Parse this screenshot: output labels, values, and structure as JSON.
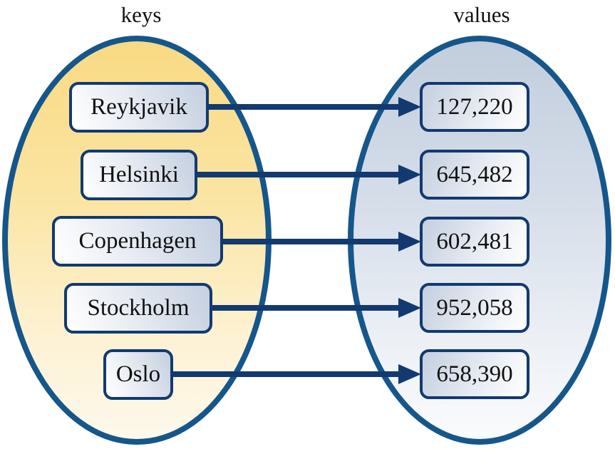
{
  "diagram": {
    "keys_label": "keys",
    "values_label": "values",
    "entries": [
      {
        "key": "Reykjavik",
        "value": "127,220"
      },
      {
        "key": "Helsinki",
        "value": "645,482"
      },
      {
        "key": "Copenhagen",
        "value": "602,481"
      },
      {
        "key": "Stockholm",
        "value": "952,058"
      },
      {
        "key": "Oslo",
        "value": "658,390"
      }
    ],
    "colors": {
      "ellipse_outline_blue": "#15568b",
      "box_border_navy": "#123a70",
      "arrow_navy": "#123a70",
      "keys_fill_top": "#f9da83",
      "keys_fill_bottom": "#fdf8ec",
      "values_fill_top": "#c2cedd",
      "values_fill_bottom": "#fafbfd",
      "box_fill_dark": "#c4cfe0",
      "box_fill_light": "#ffffff",
      "text_color": "#111111"
    }
  }
}
